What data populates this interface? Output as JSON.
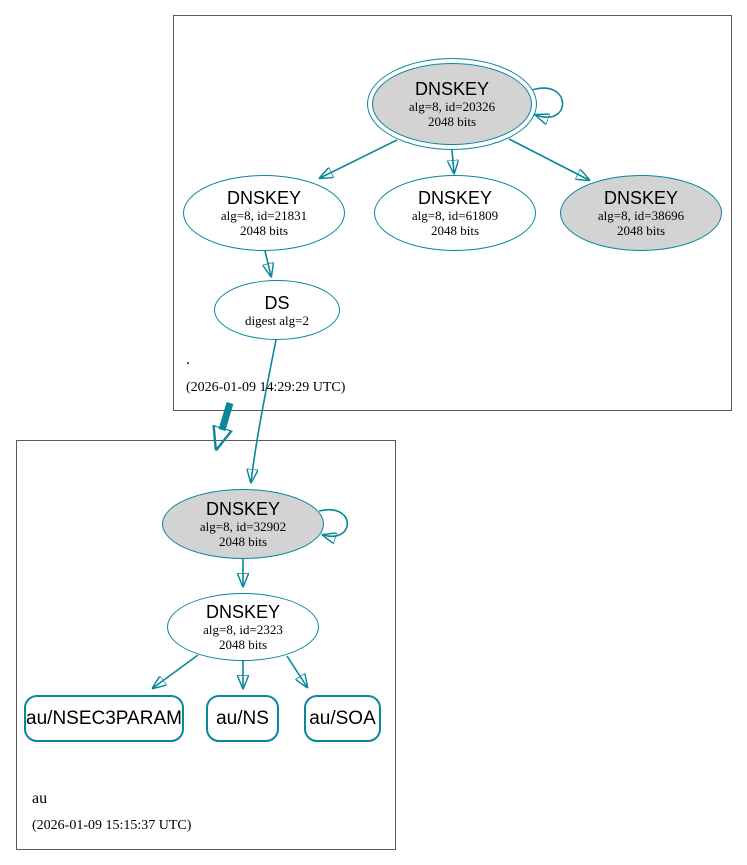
{
  "colors": {
    "secure": "#0a879a",
    "key_fill": "#d3d3d3",
    "node_fill": "#ffffff",
    "box_border": "#5a5a5a",
    "text": "#000000"
  },
  "root_zone": {
    "label": ".",
    "timestamp": "(2026-01-09 14:29:29 UTC)",
    "ksk": {
      "type": "DNSKEY",
      "meta": "alg=8, id=20326",
      "bits": "2048 bits"
    },
    "zsk_left": {
      "type": "DNSKEY",
      "meta": "alg=8, id=21831",
      "bits": "2048 bits"
    },
    "zsk_mid": {
      "type": "DNSKEY",
      "meta": "alg=8, id=61809",
      "bits": "2048 bits"
    },
    "key_right": {
      "type": "DNSKEY",
      "meta": "alg=8, id=38696",
      "bits": "2048 bits"
    },
    "ds": {
      "type": "DS",
      "meta": "digest alg=2"
    }
  },
  "au_zone": {
    "label": "au",
    "timestamp": "(2026-01-09 15:15:37 UTC)",
    "ksk": {
      "type": "DNSKEY",
      "meta": "alg=8, id=32902",
      "bits": "2048 bits"
    },
    "zsk": {
      "type": "DNSKEY",
      "meta": "alg=8, id=2323",
      "bits": "2048 bits"
    },
    "rrsets": [
      {
        "label": "au/NSEC3PARAM"
      },
      {
        "label": "au/NS"
      },
      {
        "label": "au/SOA"
      }
    ]
  },
  "edges": [
    {
      "from": "dnskey-20326",
      "to": "dnskey-20326",
      "kind": "self-signature"
    },
    {
      "from": "dnskey-20326",
      "to": "dnskey-21831",
      "kind": "signature"
    },
    {
      "from": "dnskey-20326",
      "to": "dnskey-61809",
      "kind": "signature"
    },
    {
      "from": "dnskey-20326",
      "to": "dnskey-38696",
      "kind": "signature"
    },
    {
      "from": "dnskey-21831",
      "to": "ds-au",
      "kind": "signature"
    },
    {
      "from": "ds-au",
      "to": "dnskey-32902",
      "kind": "ds-link"
    },
    {
      "from": "zone-root",
      "to": "zone-au",
      "kind": "delegation"
    },
    {
      "from": "dnskey-32902",
      "to": "dnskey-32902",
      "kind": "self-signature"
    },
    {
      "from": "dnskey-32902",
      "to": "dnskey-2323",
      "kind": "signature"
    },
    {
      "from": "dnskey-2323",
      "to": "rrset-au-nsec3param",
      "kind": "signature"
    },
    {
      "from": "dnskey-2323",
      "to": "rrset-au-ns",
      "kind": "signature"
    },
    {
      "from": "dnskey-2323",
      "to": "rrset-au-soa",
      "kind": "signature"
    }
  ]
}
